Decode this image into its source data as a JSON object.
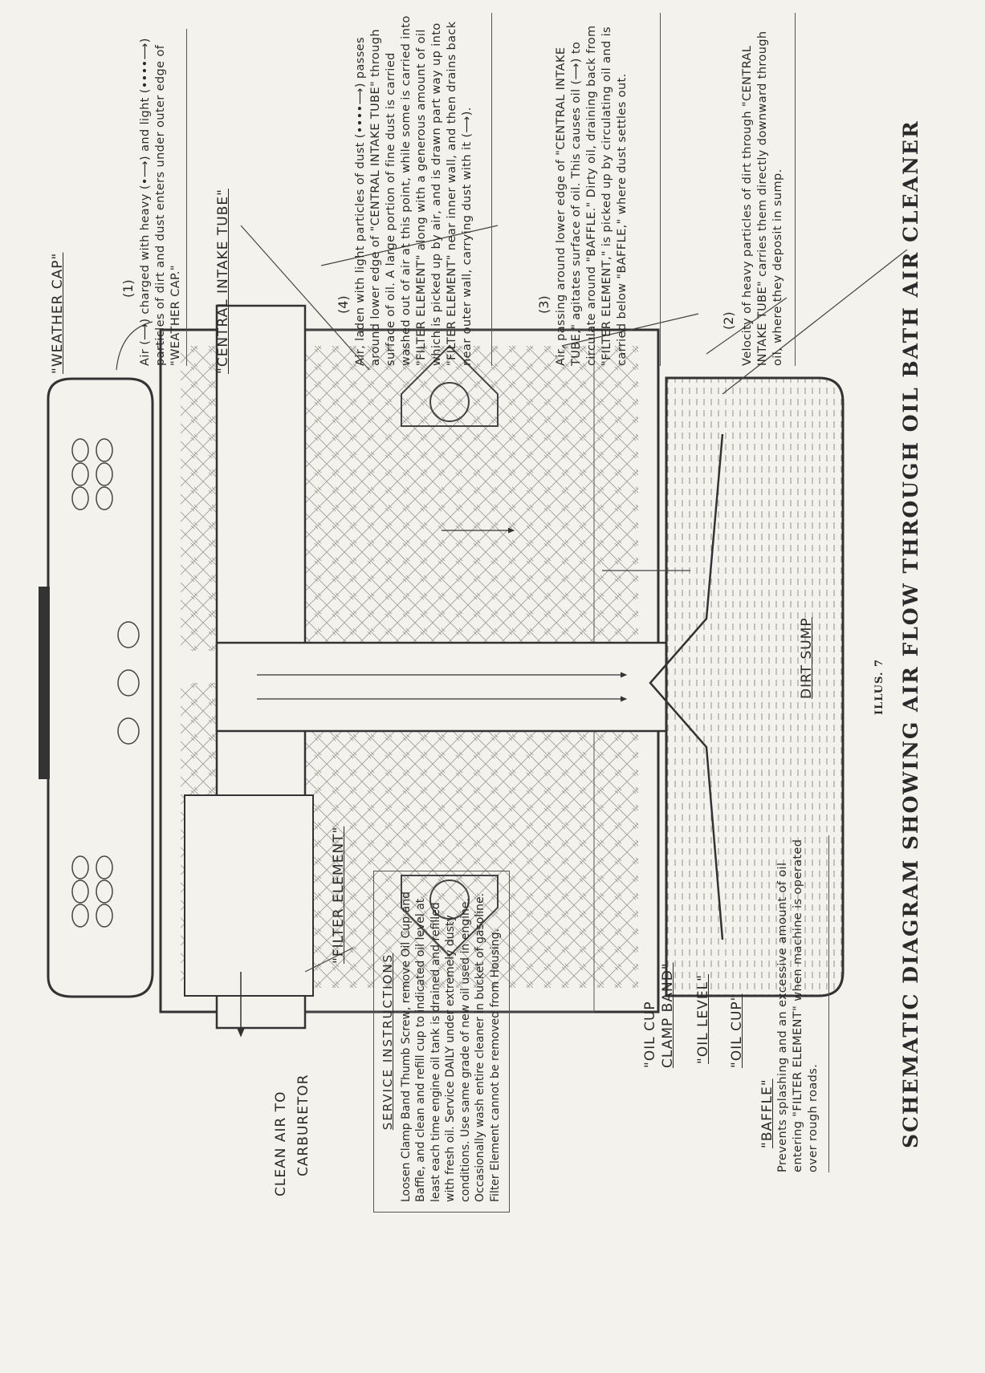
{
  "labels": {
    "weather_cap": "\"WEATHER  CAP\"",
    "central_intake_tube": "\"CENTRAL  INTAKE  TUBE\"",
    "filter_element": "\"FILTER  ELEMENT\"",
    "oil_cup_clamp_band_1": "\"OIL CUP",
    "oil_cup_clamp_band_2": "CLAMP BAND\"",
    "oil_level": "\"OIL  LEVEL\"",
    "oil_cup": "\"OIL  CUP\"",
    "baffle": "\"BAFFLE\"",
    "dirt_sump": "DIRT  SUMP",
    "clean_air_1": "CLEAN  AIR  TO",
    "clean_air_2": "CARBURETOR"
  },
  "notes": {
    "n1_num": "(1)",
    "n1_text": "Air (⟶) charged with heavy (•⟶) and light (••••⟶) particles of dirt and dust enters under outer edge of \"WEATHER CAP.\"",
    "n2_num": "(2)",
    "n2_text": "Velocity of heavy particles of dirt through \"CENTRAL INTAKE TUBE\" carries them directly downward through oil, where they deposit in sump.",
    "n3_num": "(3)",
    "n3_text": "Air, passing around lower edge of \"CENTRAL INTAKE TUBE,\" agitates surface of oil. This causes oil (⟶) to circulate around \"BAFFLE.\" Dirty oil, draining back from \"FILTER ELEMENT,\" is picked up by circulating oil and is carried below \"BAFFLE,\" where dust settles out.",
    "n4_num": "(4)",
    "n4_text": "Air, laden with light particles of dust (••••⟶) passes around lower edge of \"CENTRAL INTAKE TUBE\" through surface of oil. A large portion of fine dust is carried washed out of air at this point, while some is carried into \"FILTER ELEMENT\" along with a generous amount of oil which is picked up by air, and is drawn part way up into \"FILTER ELEMENT\" near inner wall, and then drains back near outer wall, carrying dust with it (⟶).",
    "baffle_text": "Prevents splashing and an excessive amount of oil entering \"FILTER ELEMENT\" when machine is operated over rough roads."
  },
  "service": {
    "heading": "SERVICE   INSTRUCTIONS",
    "text": "Loosen Clamp Band Thumb Screw, remove Oil Cup and Baffle, and clean and refill cup to indicated oil level at least each time engine oil tank is drained and refilled with fresh oil. Service DAILY under extremely dusty conditions. Use same grade of new oil used in engine. Occasionally wash entire cleaner in bucket of gasoline. Filter Element cannot be removed from Housing."
  },
  "illus": "ILLUS. 7",
  "title": "SCHEMATIC DIAGRAM SHOWING AIR FLOW THROUGH OIL BATH AIR CLEANER"
}
